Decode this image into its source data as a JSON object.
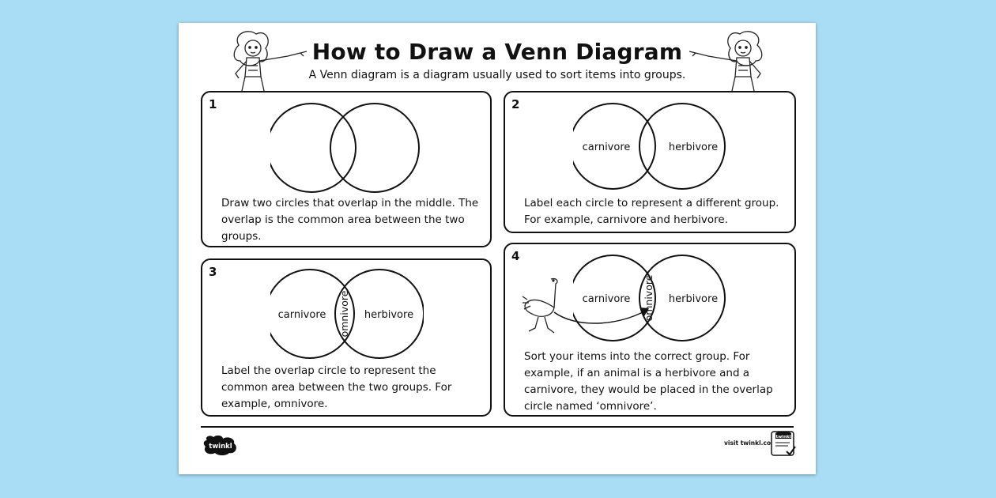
{
  "header": {
    "title": "How to Draw a Venn Diagram",
    "subtitle": "A Venn diagram is a diagram usually used to sort items into groups."
  },
  "steps": [
    {
      "number": "1",
      "description": "Draw two circles that overlap in the middle. The overlap is the common area between the two groups."
    },
    {
      "number": "2",
      "left_label": "carnivore",
      "right_label": "herbivore",
      "description": "Label each circle to represent a different group. For example, carnivore and herbivore."
    },
    {
      "number": "3",
      "left_label": "carnivore",
      "right_label": "herbivore",
      "overlap_label": "omnivore",
      "description": "Label the overlap circle to represent the common area between the two groups. For example, omnivore."
    },
    {
      "number": "4",
      "left_label": "carnivore",
      "right_label": "herbivore",
      "overlap_label": "omnivore",
      "description": "Sort your items into the correct group. For example, if an animal is a herbivore and a carnivore, they would be placed in the overlap circle named ‘omnivore’."
    }
  ],
  "footer": {
    "logo_text": "twinkl",
    "visit_text": "visit twinkl.com",
    "badge_text": "twinkl"
  }
}
